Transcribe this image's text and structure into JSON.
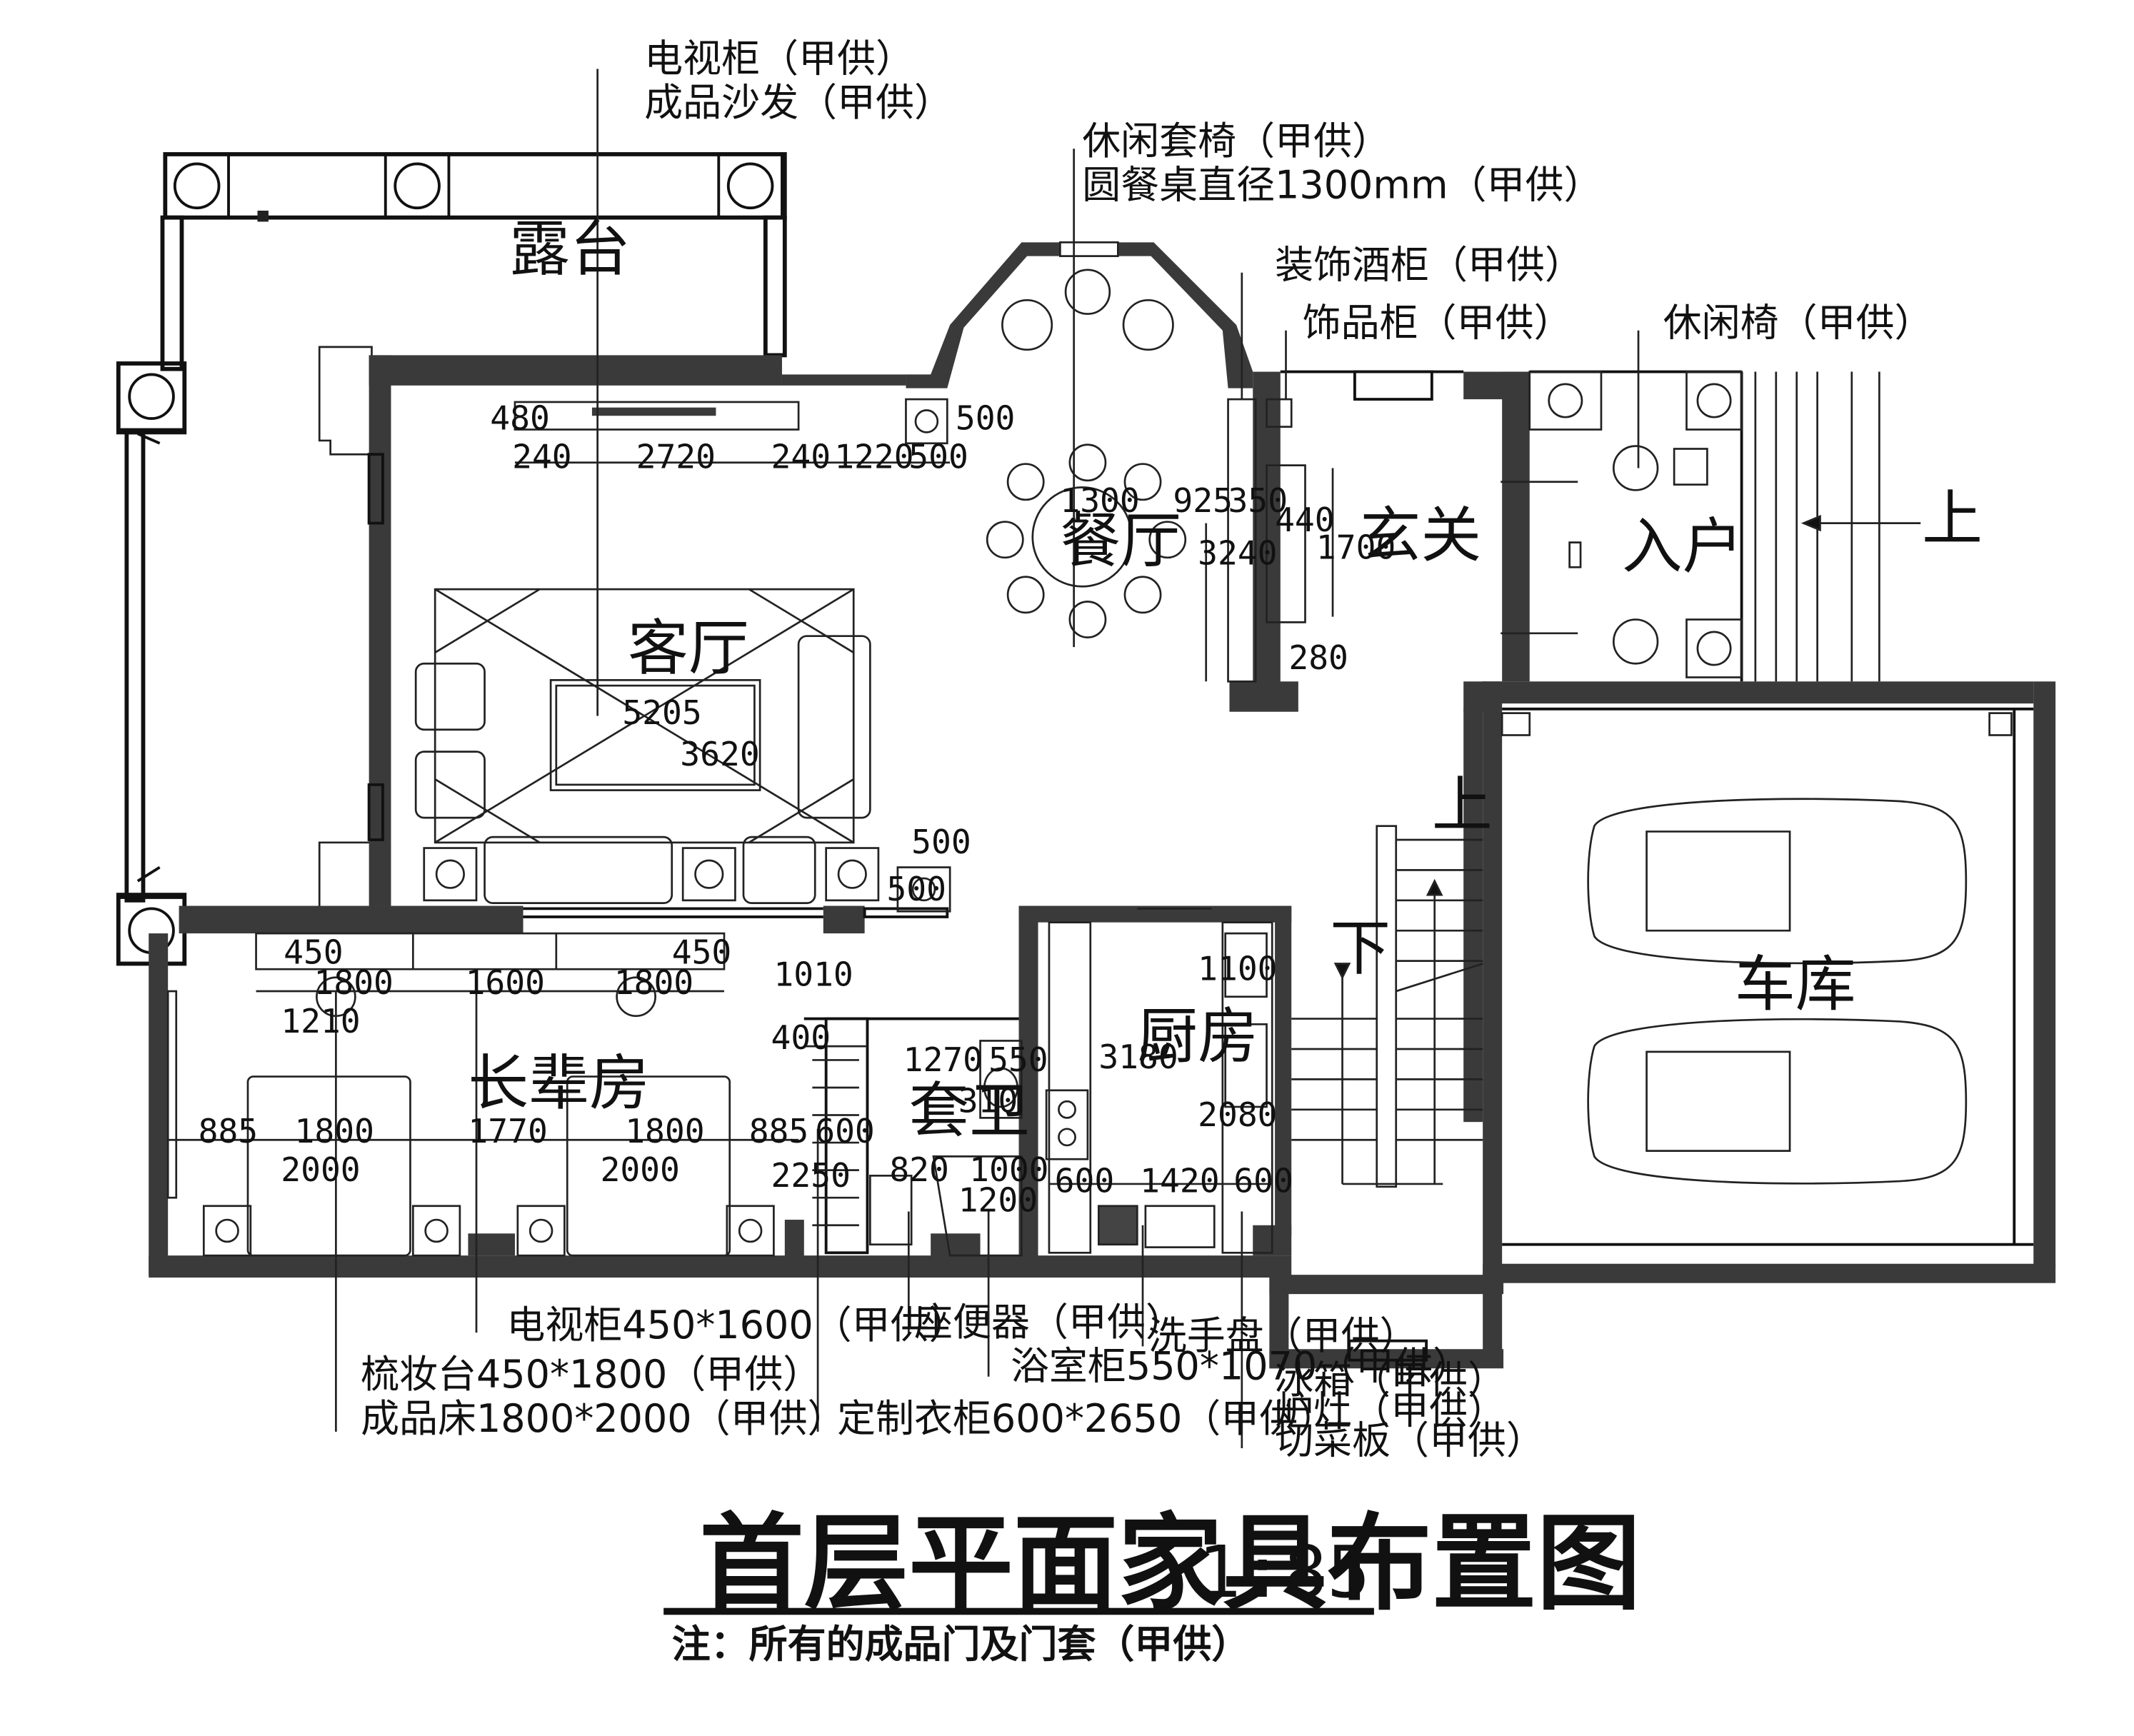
{
  "rooms": {
    "terrace": "露台",
    "living": "客厅",
    "dining": "餐厅",
    "foyer": "玄关",
    "entry": "入户",
    "elder_room": "长辈房",
    "ensuite": "套卫",
    "kitchen": "厨房",
    "garage": "车库"
  },
  "stair": {
    "up": "上",
    "down": "下",
    "entry_up": "上"
  },
  "labels": {
    "tv_cabinet_top": "电视柜（甲供）",
    "sofa_top": "成品沙发（甲供）",
    "lounge_chairs_dining": "休闲套椅（甲供）",
    "round_table": "圆餐桌直径1300mm（甲供）",
    "wine_cabinet": "装饰酒柜（甲供）",
    "display_cabinet": "饰品柜（甲供）",
    "lounge_chair_entry": "休闲椅（甲供）",
    "tv_cabinet_bottom": "电视柜450*1600（甲供）",
    "dresser": "梳妆台450*1800（甲供）",
    "bed": "成品床1800*2000（甲供）",
    "wardrobe": "定制衣柜600*2650（甲供）",
    "toilet": "座便器（甲供）",
    "vanity": "浴室柜550*1070（甲供）",
    "washbasin": "洗手盘（甲供）",
    "fridge": "冰箱（甲供）",
    "stove": "炉灶（甲供）",
    "cutting_board": "切菜板（甲供）"
  },
  "dims": {
    "d480": "480",
    "d240a": "240",
    "d2720": "2720",
    "d240b": "240",
    "d1220": "1220",
    "d500a": "500",
    "d500b": "500",
    "d1300": "1300",
    "d925": "925",
    "d350": "350",
    "d3240": "3240",
    "d440": "440",
    "d1700": "1700",
    "d280": "280",
    "d5205": "5205",
    "d3620": "3620",
    "d500c": "500",
    "d500d": "500",
    "d450a": "450",
    "d1800a": "1800",
    "d1600": "1600",
    "d1800b": "1800",
    "d450b": "450",
    "d1010": "1010",
    "d1210": "1210",
    "d885a": "885",
    "d1800c": "1800",
    "d1770": "1770",
    "d1800d": "1800",
    "d885b": "885",
    "d2000a": "2000",
    "d2000b": "2000",
    "d400": "400",
    "d1270": "1270",
    "d550": "550",
    "d310": "310",
    "d2250": "2250",
    "d600a": "600",
    "d820": "820",
    "d1000": "1000",
    "d1200": "1200",
    "d1100": "1100",
    "d3180": "3180",
    "d2080": "2080",
    "d600b": "600",
    "d1420": "1420",
    "d600c": "600"
  },
  "footer": {
    "title": "首层平面家具布置图",
    "scale": "1:85",
    "note": "注：所有的成品门及门套（甲供）"
  }
}
